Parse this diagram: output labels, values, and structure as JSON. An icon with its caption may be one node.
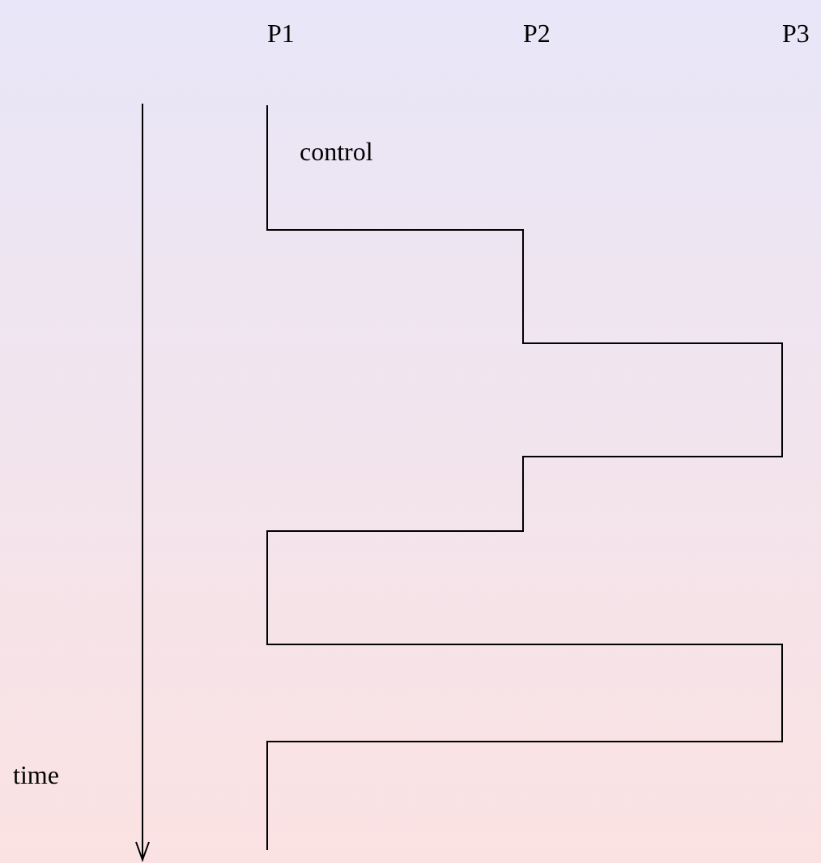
{
  "diagram": {
    "labels": [
      "P1",
      "P2",
      "P3",
      "control",
      "time"
    ]
  }
}
